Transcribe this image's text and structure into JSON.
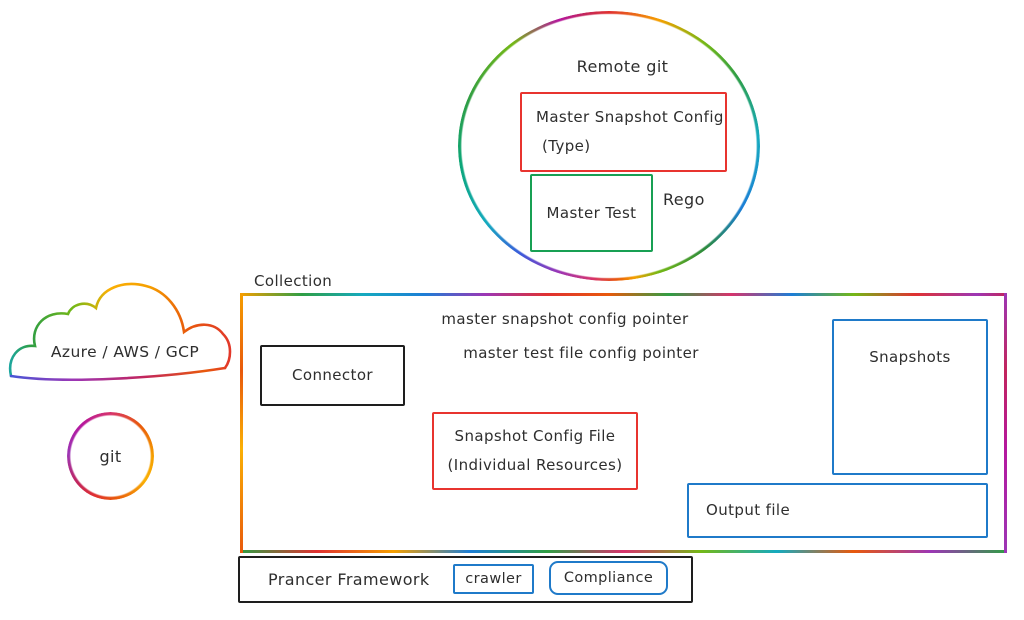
{
  "palette": {
    "red": "#e8342f",
    "green": "#18a053",
    "blue": "#1f7ac9",
    "black": "#1e1e1e",
    "text": "#2e2e2e"
  },
  "remote_git": {
    "label": "Remote git",
    "master_snapshot_config": {
      "line1": "Master Snapshot Config",
      "line2": "(Type)"
    },
    "master_test": "Master Test",
    "rego_label": "Rego"
  },
  "cloud": {
    "label": "Azure / AWS / GCP"
  },
  "git": {
    "label": "git"
  },
  "collection": {
    "label": "Collection",
    "pointer1": "master snapshot config pointer",
    "pointer2": "master test file config pointer",
    "connector": "Connector",
    "snapshot_config_file": {
      "line1": "Snapshot Config File",
      "line2": "(Individual Resources)"
    },
    "snapshots": "Snapshots",
    "output_file": "Output file"
  },
  "framework": {
    "label": "Prancer Framework",
    "crawler": "crawler",
    "compliance": "Compliance"
  }
}
